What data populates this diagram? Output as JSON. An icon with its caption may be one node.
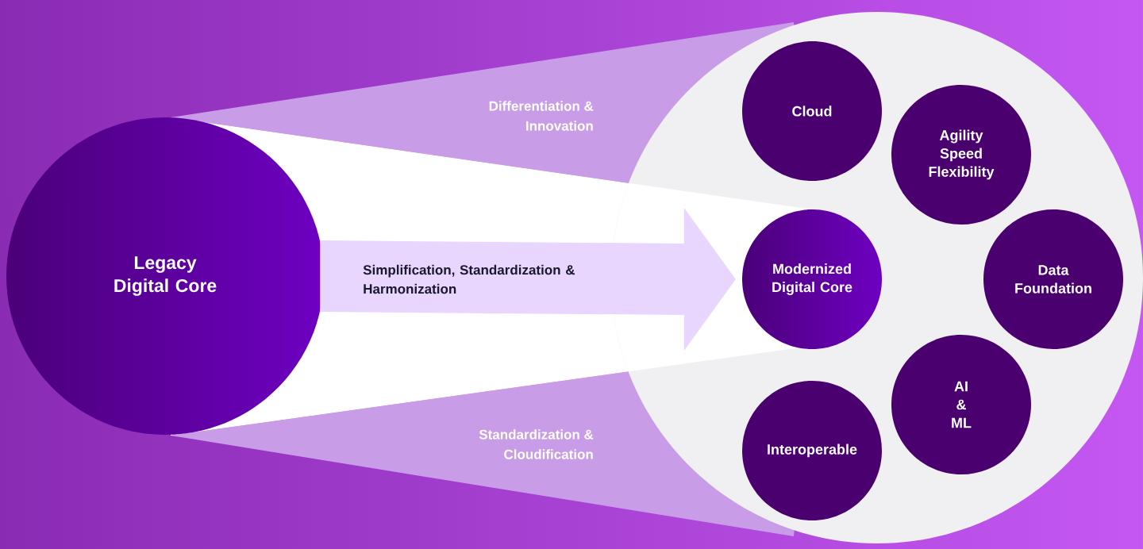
{
  "diagram": {
    "nodes": [
      {
        "text": [
          "Legacy Digital Core"
        ]
      },
      {
        "text": [],
        "shape": "circle"
      },
      {
        "text": [
          "Modernized Digital Core"
        ],
        "in": 1
      },
      {
        "text": [
          "Cloud"
        ],
        "in": 1
      },
      {
        "text": [
          "Agility Speed Flexibility"
        ],
        "in": 1
      },
      {
        "text": [
          "Data Foundation"
        ],
        "in": 1
      },
      {
        "text": [
          "AI & ML"
        ],
        "in": 1
      },
      {
        "text": [
          "Interoperable"
        ],
        "in": 1
      }
    ],
    "edges": [
      {
        "from": 0,
        "to": 2,
        "arrow": "to",
        "label": "Simplification, Standardization & Harmonization"
      }
    ],
    "labels": [
      "Differentiation & Innovation",
      "Standardization & Cloudification"
    ]
  }
}
